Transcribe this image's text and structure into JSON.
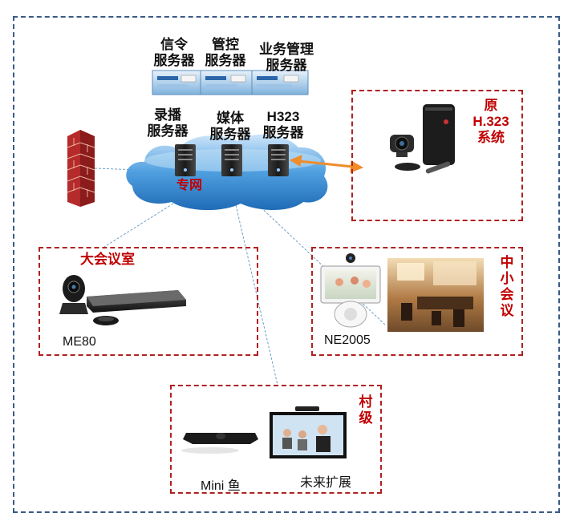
{
  "servers_top": [
    {
      "line1": "信令",
      "line2": "服务器"
    },
    {
      "line1": "管控",
      "line2": "服务器"
    },
    {
      "line1": "业务管理",
      "line2": "服务器"
    }
  ],
  "servers_bottom": [
    {
      "line1": "录播",
      "line2": "服务器"
    },
    {
      "line1": "媒体",
      "line2": "服务器"
    },
    {
      "line1": "H323",
      "line2": "服务器"
    }
  ],
  "network": {
    "label": "专网"
  },
  "legacy_system": {
    "line1": "原",
    "line2": "H.323",
    "line3": "系统"
  },
  "large_room": {
    "title": "大会议室",
    "device": "ME80"
  },
  "small_room": {
    "title_chars": [
      "中",
      "小",
      "会",
      "议"
    ],
    "device": "NE2005"
  },
  "village": {
    "title_chars": [
      "村",
      "级"
    ],
    "device_a": "Mini 鱼",
    "device_b": "未来扩展"
  },
  "colors": {
    "frame": "#3a5a86",
    "zone_border": "#b02020",
    "zone_title": "#c00000",
    "cloud": "#3f8fd0",
    "link_arrow": "#f08c2a"
  }
}
